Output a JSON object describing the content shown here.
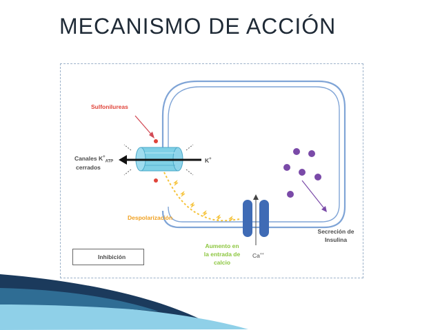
{
  "title": "MECANISMO DE ACCIÓN",
  "labels": {
    "sulfonilureas": "Sulfonilureas",
    "canales_line1": "Canales K",
    "canales_sup": "+",
    "canales_sub": "ATP",
    "canales_line2": "cerrados",
    "k_plus": "K",
    "k_plus_sup": "+",
    "despolarizacion": "Despolarización",
    "aumento_line1": "Aumento en",
    "aumento_line2": "la entrada de",
    "aumento_line3": "calcio",
    "ca": "Ca",
    "ca_sup": "++",
    "secrecion_line1": "Secreción de",
    "secrecion_line2": "Insulina",
    "legend_text": "Inhibición"
  },
  "colors": {
    "membrane": "#7fa4d6",
    "channel": "#6fc8e0",
    "vesicle": "#7a4aa8",
    "label_red": "#e0443a",
    "label_orange": "#f0a020",
    "label_green": "#8cc63f",
    "accent_dark": "#1b3a5c",
    "accent_light": "#8fd0e8"
  }
}
